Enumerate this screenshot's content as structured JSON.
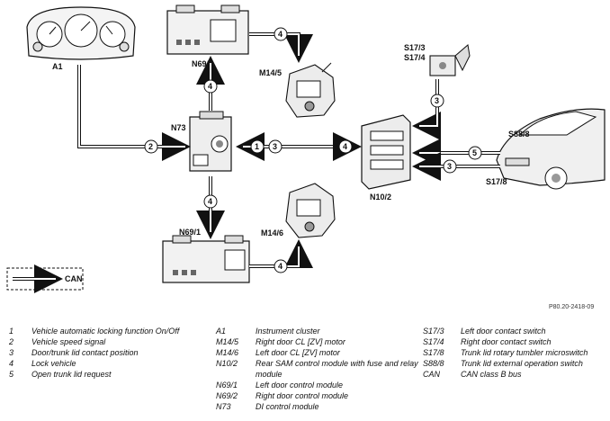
{
  "components": {
    "a1": "A1",
    "n69_2": "N69/2",
    "n73": "N73",
    "n69_1": "N69/1",
    "m14_5": "M14/5",
    "m14_6": "M14/6",
    "s17_3": "S17/3",
    "s17_4": "S17/4",
    "n10_2": "N10/2",
    "s88_8": "S88/8",
    "s17_8": "S17/8"
  },
  "signal_numbers": {
    "a1_to_n73": "2",
    "n73_to_n69_2": "4",
    "n69_2_to_m14_5": "4",
    "n73_to_n69_1": "4",
    "n69_1_to_m14_6": "4",
    "n10_2_to_n73_a": "1",
    "n10_2_to_n73_b": "3",
    "n73_to_n10_2": "4",
    "s17_to_n10_2": "3",
    "s88_to_n10_2": "5",
    "s17_8_to_n10_2": "3"
  },
  "can_label": "CAN",
  "reference_code": "P80.20-2418-09",
  "legend_signals": [
    {
      "key": "1",
      "value": "Vehicle automatic locking function On/Off"
    },
    {
      "key": "2",
      "value": "Vehicle speed signal"
    },
    {
      "key": "3",
      "value": "Door/trunk lid contact position"
    },
    {
      "key": "4",
      "value": "Lock vehicle"
    },
    {
      "key": "5",
      "value": "Open trunk lid request"
    }
  ],
  "legend_components_1": [
    {
      "key": "A1",
      "value": "Instrument cluster"
    },
    {
      "key": "M14/5",
      "value": "Right door CL [ZV] motor"
    },
    {
      "key": "M14/6",
      "value": "Left door CL [ZV] motor"
    },
    {
      "key": "N10/2",
      "value": "Rear SAM control module with fuse and relay module"
    },
    {
      "key": "N69/1",
      "value": "Left door control module"
    },
    {
      "key": "N69/2",
      "value": "Right door control module"
    },
    {
      "key": "N73",
      "value": "DI control module"
    }
  ],
  "legend_components_2": [
    {
      "key": "S17/3",
      "value": "Left door contact switch"
    },
    {
      "key": "S17/4",
      "value": "Right door contact switch"
    },
    {
      "key": "S17/8",
      "value": "Trunk lid rotary tumbler microswitch"
    },
    {
      "key": "S88/8",
      "value": "Trunk lid external operation switch"
    },
    {
      "key": "CAN",
      "value": "CAN class B bus"
    }
  ]
}
